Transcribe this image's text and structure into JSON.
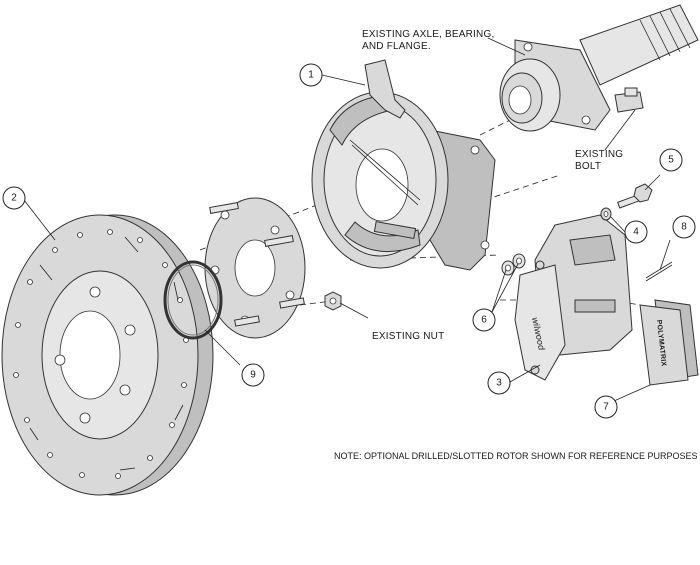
{
  "labels": {
    "existing_axle_line1": "EXISTING AXLE, BEARING,",
    "existing_axle_line2": "AND FLANGE.",
    "existing_bolt_line1": "EXISTING",
    "existing_bolt_line2": "BOLT",
    "existing_nut": "EXISTING NUT",
    "note": "NOTE: OPTIONAL DRILLED/SLOTTED ROTOR SHOWN FOR REFERENCE PURPOSES"
  },
  "callouts": [
    "1",
    "2",
    "3",
    "4",
    "5",
    "6",
    "7",
    "8",
    "9"
  ],
  "branding": {
    "caliper_logo": "wilwood",
    "pad_logo": "POLYMATRIX"
  }
}
